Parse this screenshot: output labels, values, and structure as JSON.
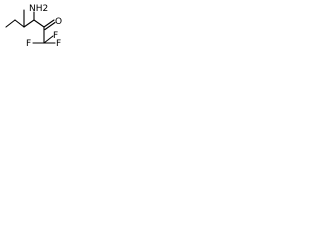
{
  "molecule": {
    "atoms": {
      "amino": "NH2",
      "oxygen": "O",
      "fluorine_top": "F",
      "fluorine_left": "F",
      "fluorine_right": "F"
    },
    "colors": {
      "bonds": "#000000",
      "labels": "#000000",
      "background": "#ffffff"
    }
  }
}
